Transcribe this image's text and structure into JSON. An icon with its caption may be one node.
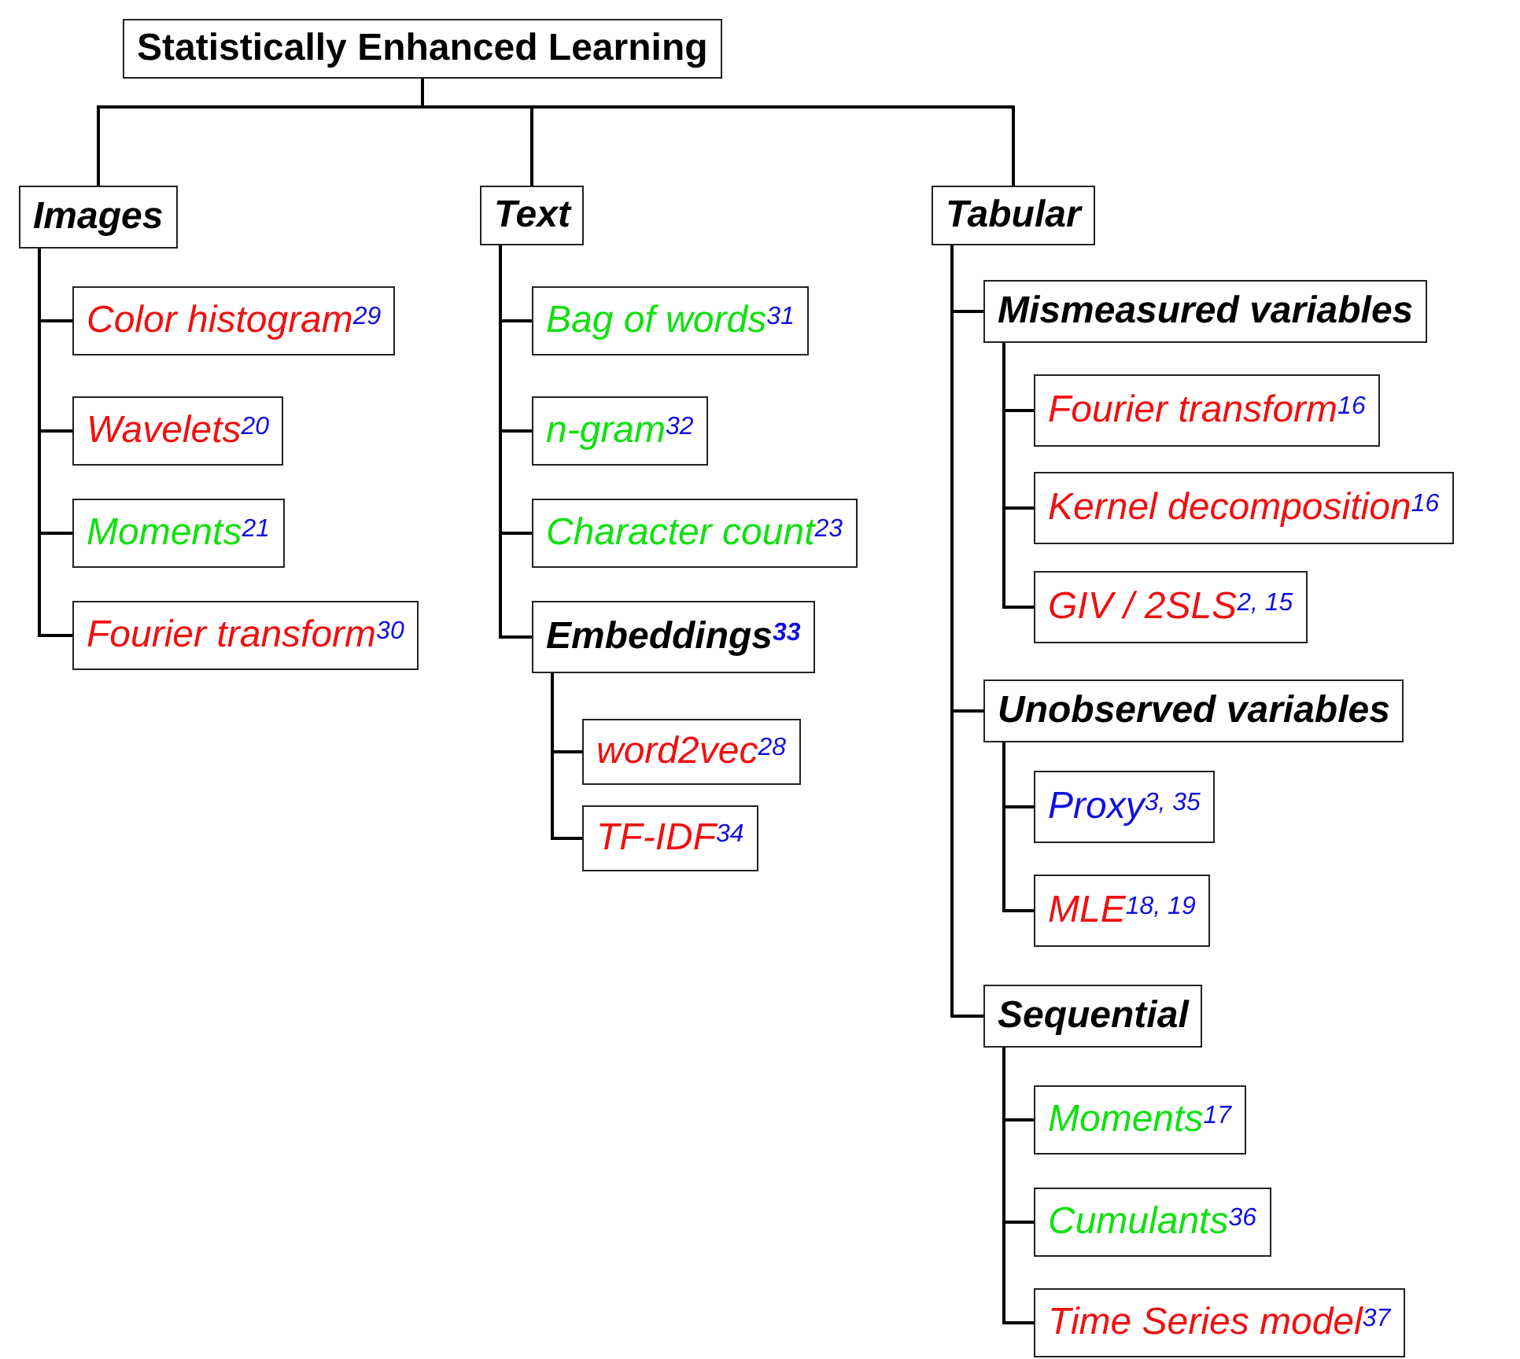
{
  "diagram": {
    "nodes": [
      {
        "text": [
          "Statistically Enhanced Learning"
        ]
      },
      {
        "text": [
          "Images"
        ]
      },
      {
        "text": [
          "Color histogram$^{29}$"
        ]
      },
      {
        "text": [
          "Wavelets$^{20}$"
        ]
      },
      {
        "text": [
          "Moments$^{21}$"
        ]
      },
      {
        "text": [
          "Fourier transform$^{30}$"
        ]
      },
      {
        "text": [
          "Text"
        ]
      },
      {
        "text": [
          "Bag of words$^{31}$"
        ]
      },
      {
        "text": [
          "n-gram$^{32}$"
        ]
      },
      {
        "text": [
          "Character count$^{23}$"
        ]
      },
      {
        "text": [
          "Embeddings$^{33}$"
        ]
      },
      {
        "text": [
          "word2vec$^{28}$"
        ]
      },
      {
        "text": [
          "TF-IDF$^{34}$"
        ]
      },
      {
        "text": [
          "Tabular"
        ]
      },
      {
        "text": [
          "Mismeasured variables"
        ]
      },
      {
        "text": [
          "Fourier transform$^{16}$"
        ]
      },
      {
        "text": [
          "Kernel decomposition$^{16}$"
        ]
      },
      {
        "text": [
          "GIV / 2SLS$^{2, 15}$"
        ]
      },
      {
        "text": [
          "Unobserved variables"
        ]
      },
      {
        "text": [
          "Proxy$^{3, 35}$"
        ]
      },
      {
        "text": [
          "MLE$^{18, 19}$"
        ]
      },
      {
        "text": [
          "Sequential"
        ]
      },
      {
        "text": [
          "Moments$^{17}$"
        ]
      },
      {
        "text": [
          "Cumulants$^{36}$"
        ]
      },
      {
        "text": [
          "Time Series model$^{37}$"
        ]
      }
    ],
    "edges": [
      {
        "from": 0,
        "to": 1,
        "arrow": "none"
      },
      {
        "from": 0,
        "to": 6,
        "arrow": "none"
      },
      {
        "from": 0,
        "to": 13,
        "arrow": "none"
      },
      {
        "from": 1,
        "to": 2,
        "arrow": "none"
      },
      {
        "from": 1,
        "to": 3,
        "arrow": "none"
      },
      {
        "from": 1,
        "to": 4,
        "arrow": "none"
      },
      {
        "from": 1,
        "to": 5,
        "arrow": "none"
      },
      {
        "from": 6,
        "to": 7,
        "arrow": "none"
      },
      {
        "from": 6,
        "to": 8,
        "arrow": "none"
      },
      {
        "from": 6,
        "to": 9,
        "arrow": "none"
      },
      {
        "from": 6,
        "to": 10,
        "arrow": "none"
      },
      {
        "from": 10,
        "to": 11,
        "arrow": "none"
      },
      {
        "from": 10,
        "to": 12,
        "arrow": "none"
      },
      {
        "from": 13,
        "to": 14,
        "arrow": "none"
      },
      {
        "from": 13,
        "to": 18,
        "arrow": "none"
      },
      {
        "from": 13,
        "to": 21,
        "arrow": "none"
      },
      {
        "from": 14,
        "to": 15,
        "arrow": "none"
      },
      {
        "from": 14,
        "to": 16,
        "arrow": "none"
      },
      {
        "from": 14,
        "to": 17,
        "arrow": "none"
      },
      {
        "from": 18,
        "to": 19,
        "arrow": "none"
      },
      {
        "from": 18,
        "to": 20,
        "arrow": "none"
      },
      {
        "from": 21,
        "to": 22,
        "arrow": "none"
      },
      {
        "from": 21,
        "to": 23,
        "arrow": "none"
      },
      {
        "from": 21,
        "to": 24,
        "arrow": "none"
      }
    ]
  }
}
